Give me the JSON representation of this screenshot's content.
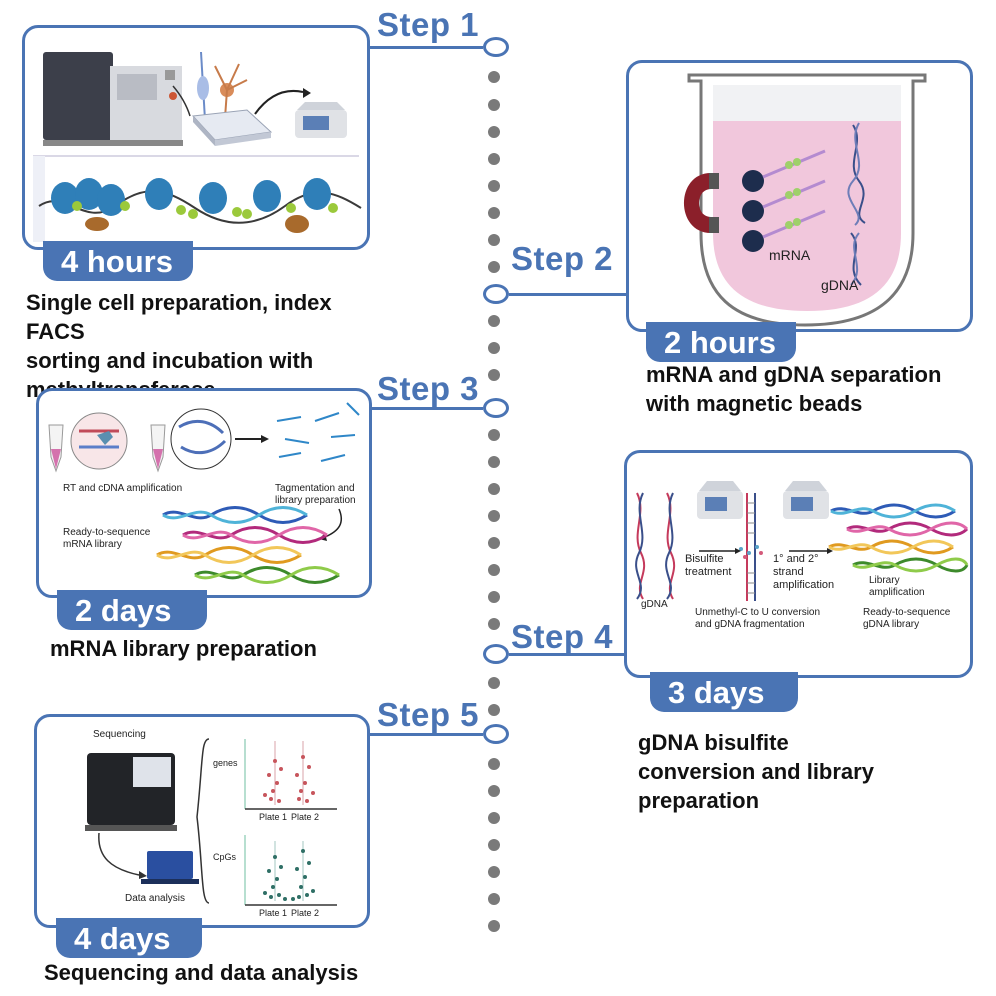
{
  "colors": {
    "accent": "#4a74b4",
    "dot": "#7a7a7a",
    "text": "#111111"
  },
  "steps": [
    {
      "label": "Step 1",
      "duration": "4 hours",
      "description": [
        "Single cell preparation, index FACS",
        "sorting and incubation with",
        "methyltransferase"
      ]
    },
    {
      "label": "Step 2",
      "duration": "2 hours",
      "description": [
        "mRNA and gDNA separation",
        "with magnetic beads"
      ],
      "labels": {
        "mrna": "mRNA",
        "gdna": "gDNA"
      }
    },
    {
      "label": "Step 3",
      "duration": "2 days",
      "description": [
        "mRNA library preparation"
      ],
      "labels": {
        "rt": "RT and cDNA amplification",
        "tag": [
          "Tagmentation and",
          "library preparation"
        ],
        "ready": [
          "Ready-to-sequence",
          "mRNA library"
        ]
      }
    },
    {
      "label": "Step 4",
      "duration": "3 days",
      "description": [
        "gDNA bisulfite",
        "conversion and library",
        "preparation"
      ],
      "labels": {
        "bisulfite": [
          "Bisulfite",
          "treatment"
        ],
        "strand": [
          "1° and 2°",
          "strand",
          "amplification"
        ],
        "libamp": [
          "Library",
          "amplification"
        ],
        "gdna": "gDNA",
        "unmethyl": [
          "Unmethyl-C to U conversion",
          "and gDNA fragmentation"
        ],
        "ready": [
          "Ready-to-sequence",
          "gDNA library"
        ]
      }
    },
    {
      "label": "Step 5",
      "duration": "4 days",
      "description": [
        "Sequencing and data analysis"
      ],
      "labels": {
        "sequencing": "Sequencing",
        "data_analysis": "Data analysis",
        "genes": "genes",
        "cpgs": "CpGs",
        "plate1": "Plate 1",
        "plate2": "Plate 2"
      }
    }
  ]
}
